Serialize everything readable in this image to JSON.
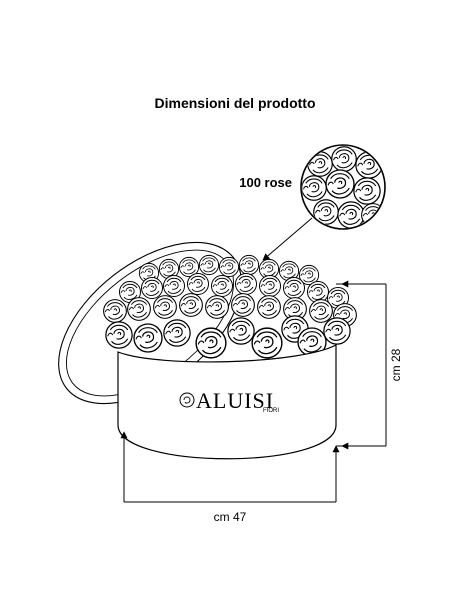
{
  "title": "Dimensioni del prodotto",
  "callout": {
    "label": "100 rose"
  },
  "dimensions": {
    "height_label": "cm 28",
    "width_label": "cm 47"
  },
  "brand": {
    "name": "ALUISI",
    "tagline": "FIORI"
  }
}
